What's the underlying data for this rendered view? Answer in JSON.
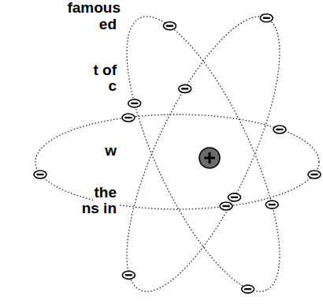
{
  "diagram": {
    "labels": [
      "famous",
      "ed",
      "t of",
      "c",
      "w",
      "the",
      "ns in"
    ]
  }
}
